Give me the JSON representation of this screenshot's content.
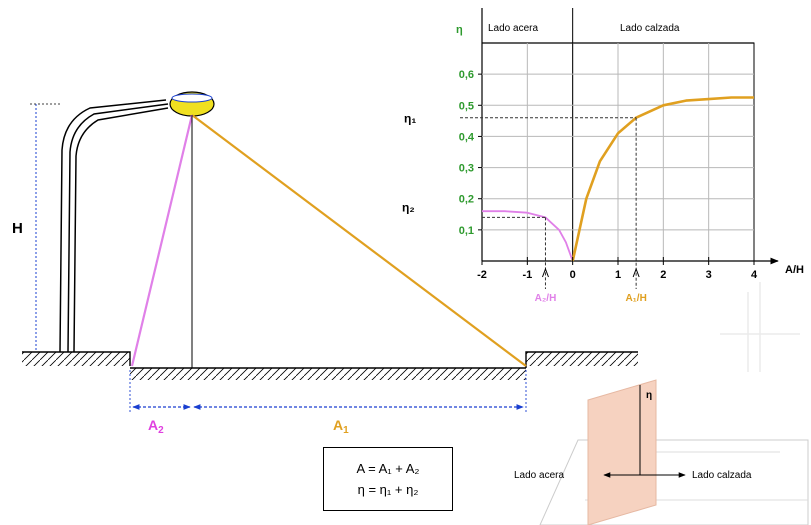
{
  "diagram": {
    "labels": {
      "height": "H",
      "a2": "A",
      "a2_sub": "2",
      "a1": "A",
      "a1_sub": "1"
    },
    "formula": {
      "line1": "A = A₁ + A₂",
      "line2": "η = η₁ + η₂"
    },
    "inset": {
      "label_left": "Lado acera",
      "label_right": "Lado calzada"
    },
    "colors": {
      "sidewalk_curve": "#e080e8",
      "road_curve": "#e0a020",
      "green_labels": "#2e9a2e",
      "inset_fill": "#f6d2c0"
    }
  },
  "chart_data": {
    "type": "line",
    "title": "",
    "ylabel": "η",
    "xlabel": "A/H",
    "region_left": "Lado acera",
    "region_right": "Lado calzada",
    "xlim": [
      -2,
      4
    ],
    "ylim": [
      0,
      0.7
    ],
    "xticks": [
      "-2",
      "-1",
      "0",
      "1",
      "2",
      "3",
      "4"
    ],
    "yticks": [
      "0,1",
      "0,2",
      "0,3",
      "0,4",
      "0,5",
      "0,6"
    ],
    "eta1_label": "η₁",
    "eta2_label": "η₂",
    "marker_a2": "A₂/H",
    "marker_a1": "A₁/H",
    "eta1_value": 0.46,
    "eta2_value": 0.14,
    "a2_ratio": -0.6,
    "a1_ratio": 1.4,
    "series": [
      {
        "side": "sidewalk",
        "x": [
          -2,
          -1.5,
          -1,
          -0.6,
          -0.3,
          -0.15,
          0
        ],
        "y": [
          0.16,
          0.16,
          0.155,
          0.14,
          0.1,
          0.06,
          0
        ]
      },
      {
        "side": "road",
        "x": [
          0,
          0.3,
          0.6,
          1,
          1.4,
          2,
          2.5,
          3,
          3.5,
          4
        ],
        "y": [
          0,
          0.2,
          0.32,
          0.41,
          0.46,
          0.5,
          0.515,
          0.52,
          0.525,
          0.525
        ]
      }
    ]
  }
}
